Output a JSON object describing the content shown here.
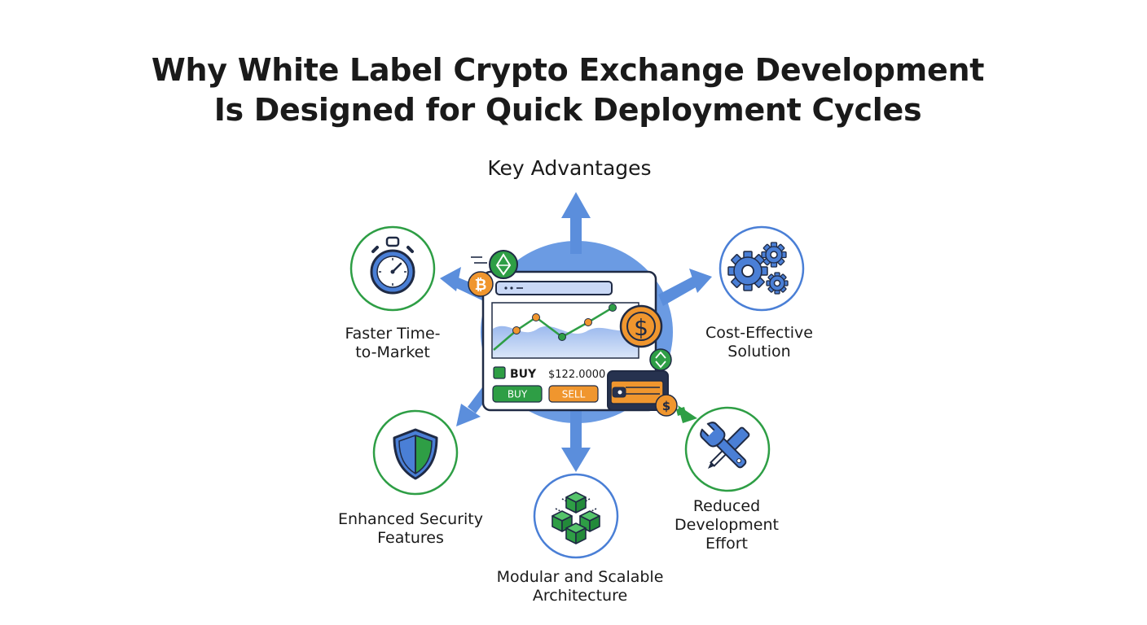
{
  "header": {
    "title_line1": "Why White Label Crypto Exchange Development",
    "title_line2": "Is Designed for Quick Deployment Cycles",
    "subtitle": "Key Advantages"
  },
  "center": {
    "buy_label": "BUY",
    "price": "$122.0000",
    "buy_button": "BUY",
    "sell_button": "SELL",
    "coins": [
      "ethereum-coin",
      "bitcoin-coin",
      "dollar-coin",
      "exchange-coin"
    ]
  },
  "advantages": [
    {
      "icon": "stopwatch-icon",
      "line1": "Faster Time-",
      "line2": "to-Market"
    },
    {
      "icon": "gears-icon",
      "line1": "Cost-Effective",
      "line2": "Solution"
    },
    {
      "icon": "shield-icon",
      "line1": "Enhanced Security",
      "line2": "Features"
    },
    {
      "icon": "wrench-screwdriver-icon",
      "line1": "Reduced",
      "line2": "Development",
      "line3": "Effort"
    },
    {
      "icon": "modular-cubes-icon",
      "line1": "Modular and Scalable",
      "line2": "Architecture"
    }
  ],
  "colors": {
    "blue": "#4a7fd6",
    "light_blue": "#6b9be3",
    "green": "#2e9e45",
    "orange": "#f0962e",
    "dark": "#1f2a44"
  }
}
